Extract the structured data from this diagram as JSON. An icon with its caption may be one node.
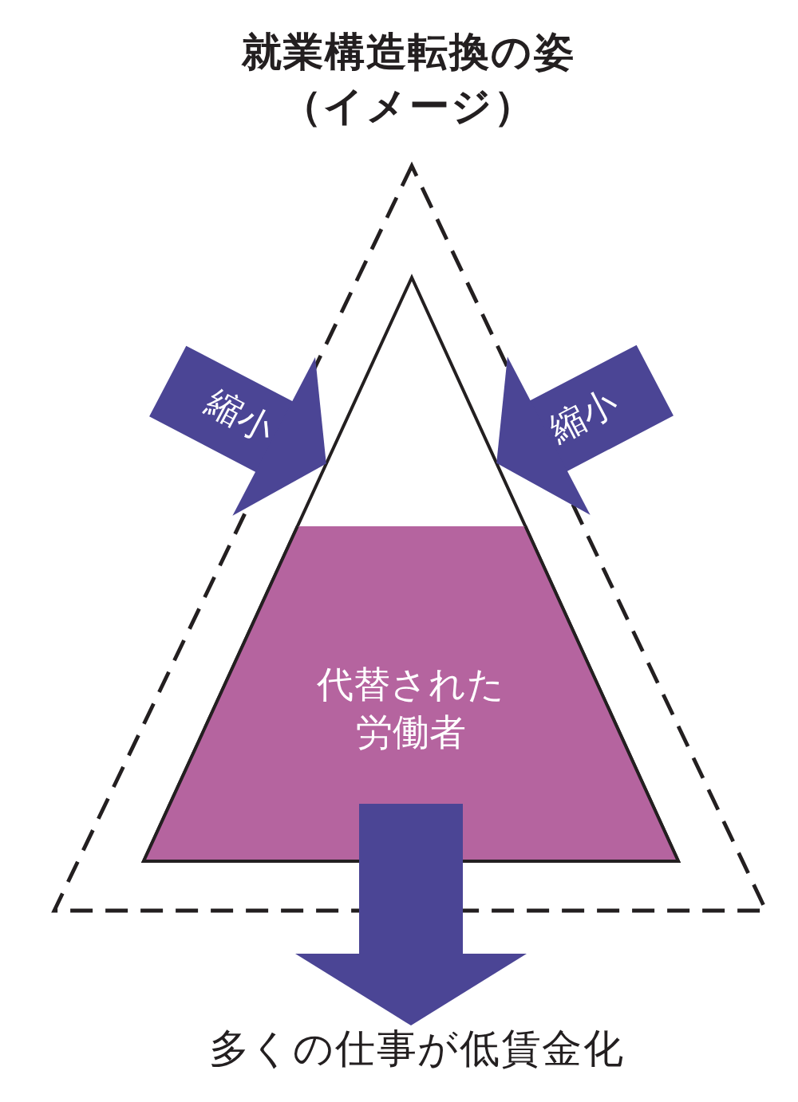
{
  "diagram": {
    "title": "就業構造転換の姿（イメージ）",
    "nodes": [
      {
        "text": [],
        "shape": "triangle"
      },
      {
        "text": [],
        "shape": "triangle",
        "in": 0
      },
      {
        "text": [
          "代替された労働者"
        ],
        "in": 1
      },
      {
        "text": [
          "多くの仕事が低賃金化"
        ]
      }
    ],
    "edges": [
      {
        "from": null,
        "to": 1,
        "arrow": "to",
        "label": "縮小"
      },
      {
        "from": null,
        "to": 1,
        "arrow": "to",
        "label": "縮小"
      },
      {
        "from": 2,
        "to": 3,
        "arrow": "to"
      }
    ]
  }
}
